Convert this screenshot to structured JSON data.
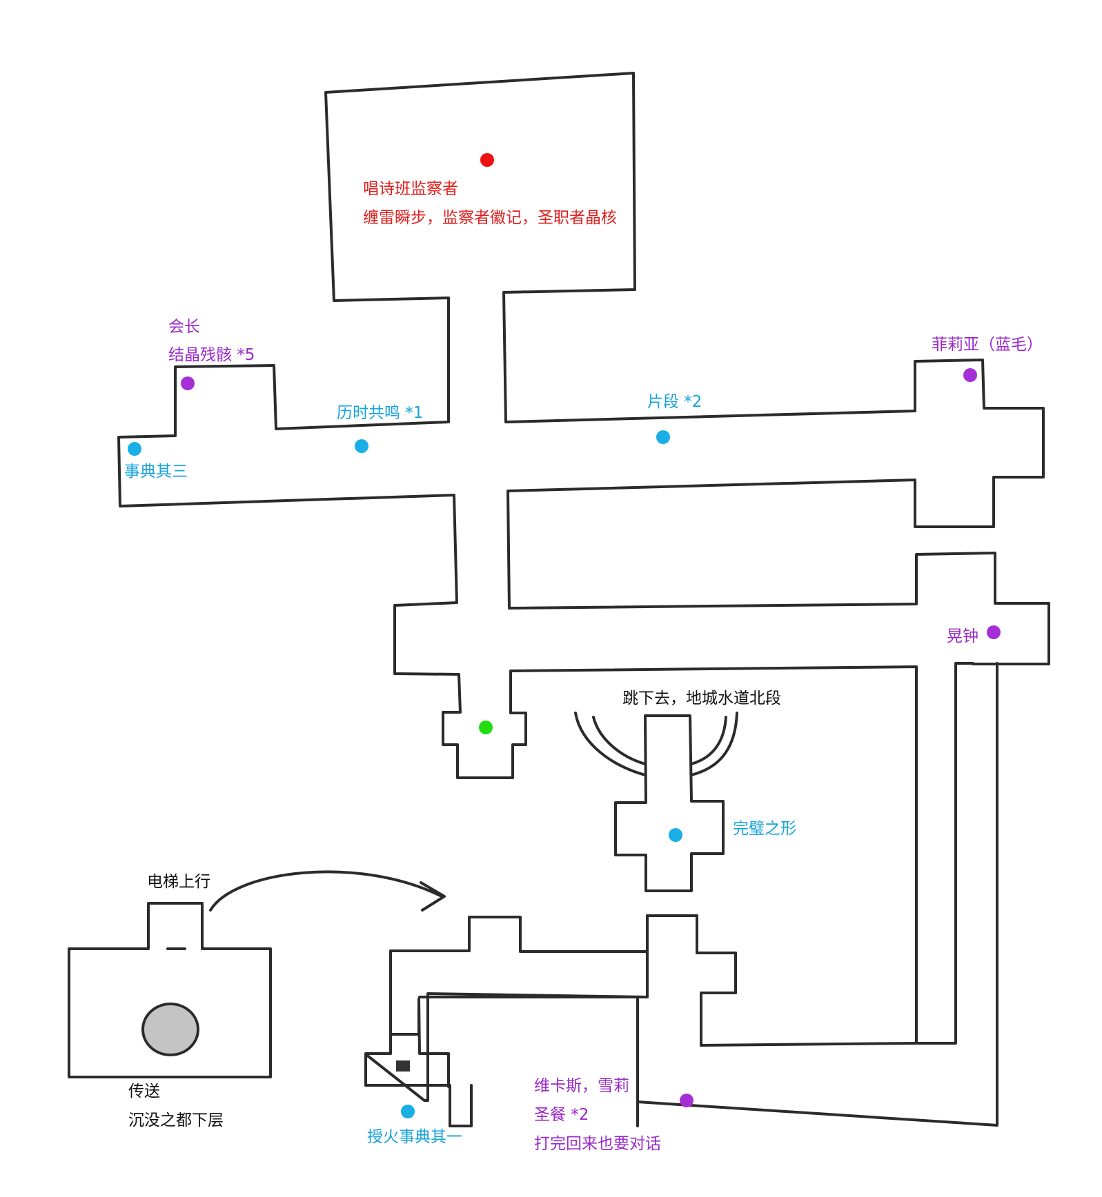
{
  "colors": {
    "boss": "#ee1111",
    "npc_item": "#a42fd6",
    "collectible": "#19aee6",
    "bonfire": "#22dd11",
    "teleporter": "#c4c4c4"
  },
  "labels": {
    "boss_name": "唱诗班监察者",
    "boss_drops": "缠雷瞬步，监察者徽记，圣职者晶核",
    "npc_chief": "会长",
    "npc_chief_item": "结晶残骸 *5",
    "item_resonance": "历时共鸣 *1",
    "item_fragment": "片段 *2",
    "item_codex3": "事典其三",
    "npc_filia": "菲莉亚（蓝毛）",
    "item_bell": "晃钟",
    "jump_note": "跳下去，地城水道北段",
    "item_perfect": "完璧之形",
    "elevator": "电梯上行",
    "teleport": "传送",
    "teleport_dest": "沉没之都下层",
    "npc_vicas": "维卡斯，雪莉",
    "npc_vicas_item": "圣餐 *2",
    "npc_vicas_note": "打完回来也要对话",
    "item_codex1": "授火事典其一"
  },
  "markers": [
    {
      "name": "boss-marker",
      "type": "boss"
    },
    {
      "name": "chief-marker",
      "type": "npc_item"
    },
    {
      "name": "codex3-marker",
      "type": "collectible"
    },
    {
      "name": "resonance-marker",
      "type": "collectible"
    },
    {
      "name": "fragment-marker",
      "type": "collectible"
    },
    {
      "name": "filia-marker",
      "type": "npc_item"
    },
    {
      "name": "bell-marker",
      "type": "npc_item"
    },
    {
      "name": "bonfire-marker",
      "type": "bonfire"
    },
    {
      "name": "perfect-form-marker",
      "type": "collectible"
    },
    {
      "name": "codex1-marker",
      "type": "collectible"
    },
    {
      "name": "vicas-marker",
      "type": "npc_item"
    }
  ]
}
